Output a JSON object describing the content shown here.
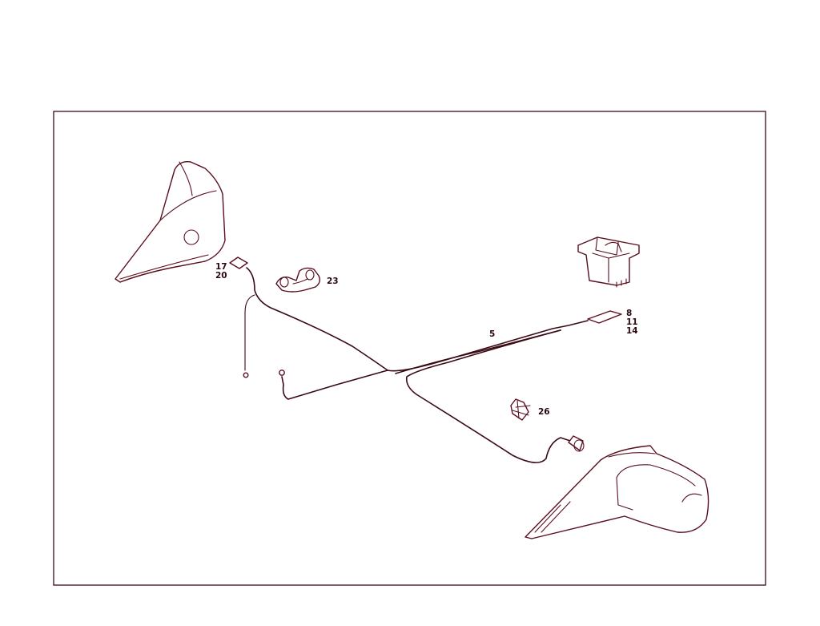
{
  "colors": {
    "line": "#5a0f1e",
    "frame": "#3a0a14",
    "text": "#2a0810",
    "background": "#ffffff"
  },
  "callouts": {
    "c17": "17",
    "c20": "20",
    "c23": "23",
    "c5": "5",
    "c8": "8",
    "c11": "11",
    "c14": "14",
    "c26": "26"
  }
}
